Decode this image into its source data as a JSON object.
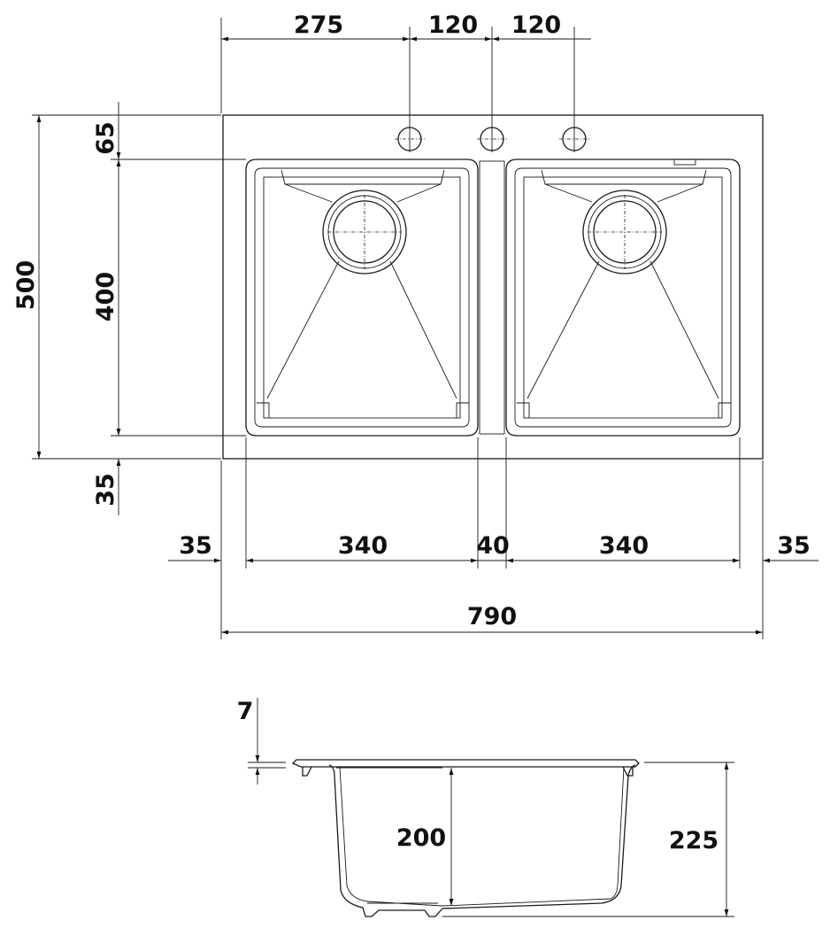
{
  "drawing": {
    "top_view": {
      "tap_hole_offsets": [
        "275",
        "120",
        "120"
      ],
      "overall_depth": "500",
      "front_margin": "65",
      "bowl_depth": "400",
      "back_margin": "35",
      "side_margin_left": "35",
      "bowl_width_left": "340",
      "divider_width": "40",
      "bowl_width_right": "340",
      "side_margin_right": "35",
      "overall_width": "790"
    },
    "section_view": {
      "rim_thickness": "7",
      "bowl_depth": "200",
      "overall_height": "225"
    }
  }
}
